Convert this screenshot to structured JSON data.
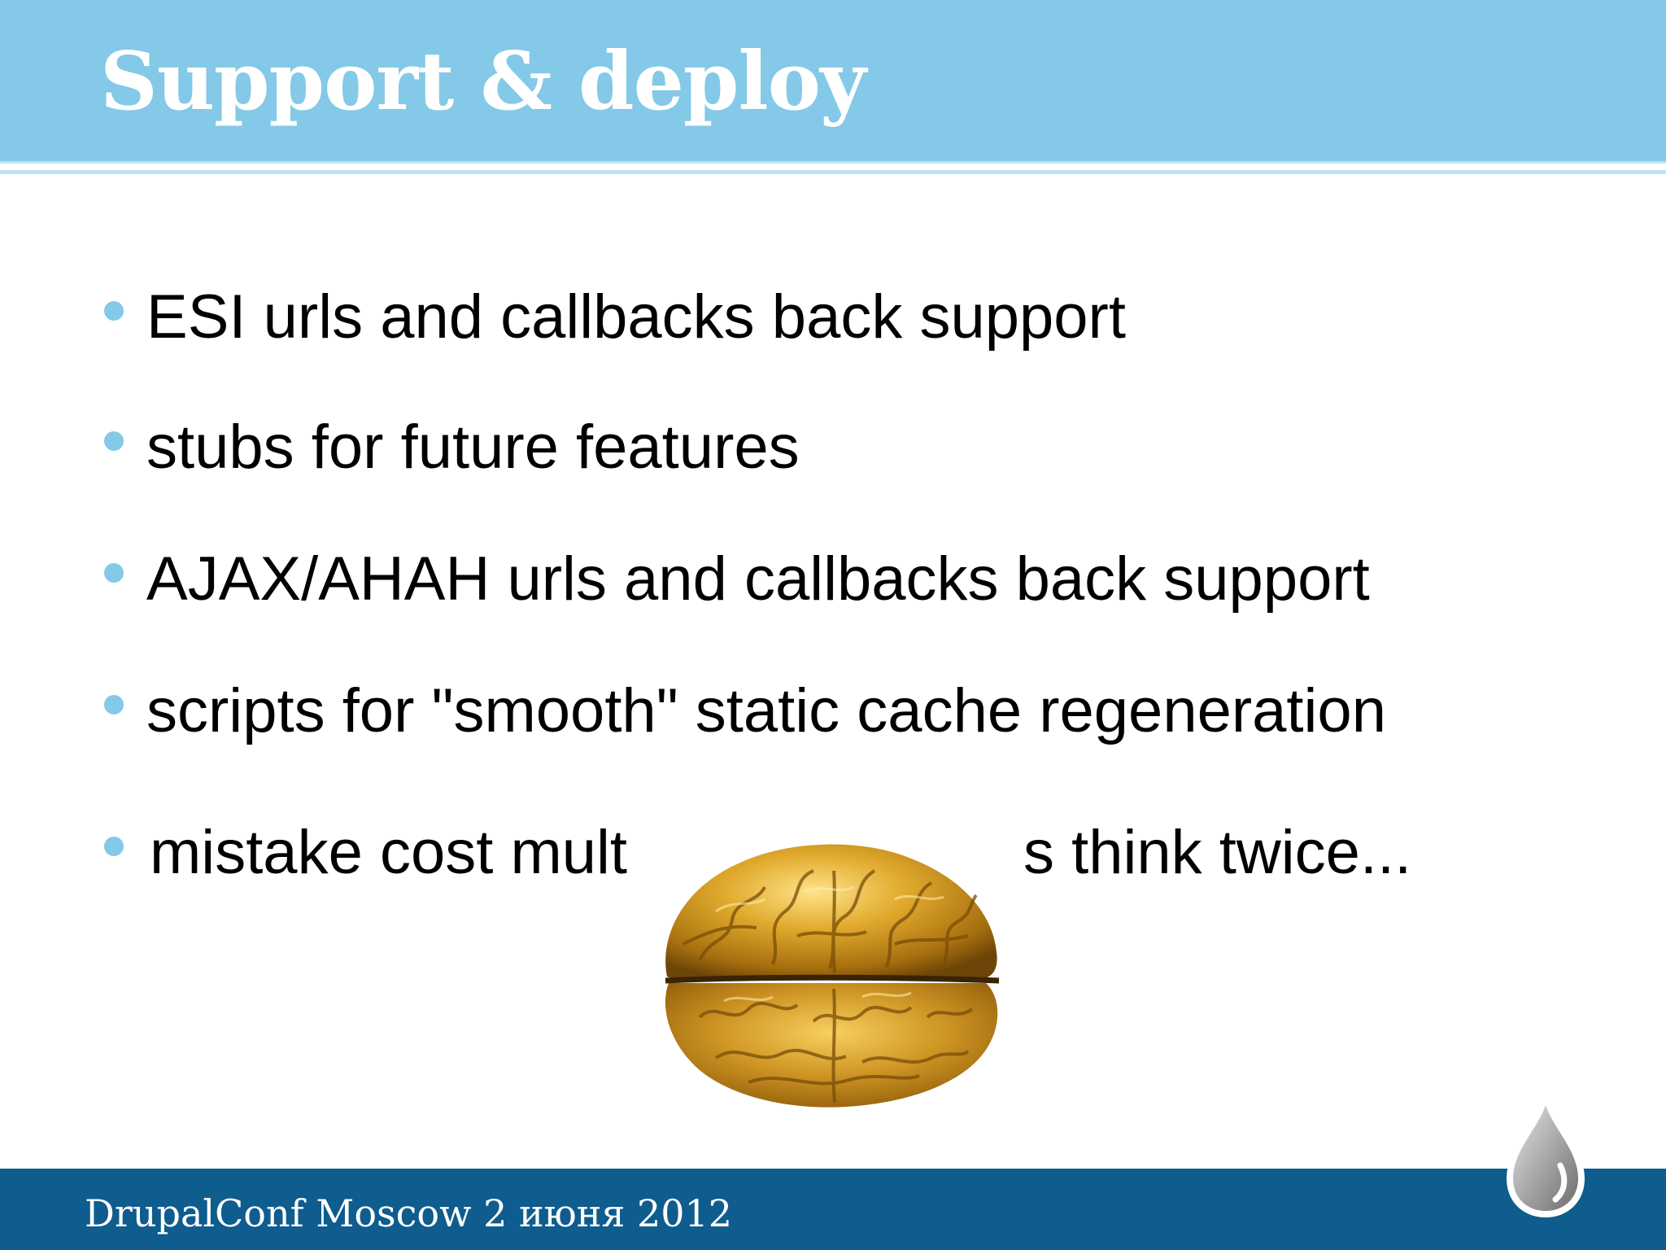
{
  "slide": {
    "title": "Support & deploy",
    "bullets": [
      {
        "text": "ESI urls and callbacks back support"
      },
      {
        "text": "stubs for future features"
      },
      {
        "text": "AJAX/AHAH urls and callbacks back support"
      },
      {
        "text": "scripts for \"smooth\" static cache regeneration"
      },
      {
        "text": "mistake cost mult",
        "text_after_image": "s think twice..."
      }
    ],
    "footer": "DrupalConf Moscow 2 июня 2012"
  },
  "colors": {
    "header": "#84c9e7",
    "footer": "#0f5c8e",
    "bullet": "#84c9e7",
    "brain_gold": "#c8961e"
  },
  "icons": {
    "brain_image": "golden-brain-image",
    "footer_logo": "drupal-drop-icon"
  }
}
